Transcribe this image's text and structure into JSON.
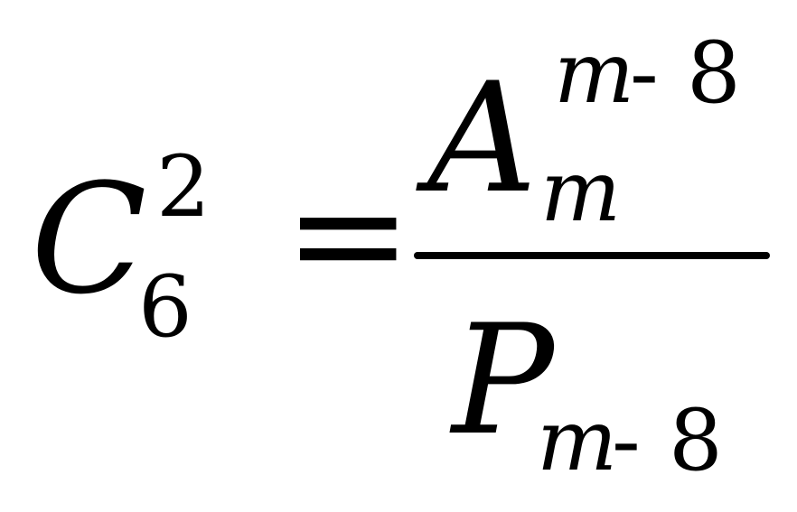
{
  "equation": {
    "lhs": {
      "symbol": "C",
      "subscript": "6",
      "superscript": "2"
    },
    "relation": "=",
    "numerator": {
      "symbol": "A",
      "superscript": {
        "variable": "m",
        "operator": "-",
        "number": "8"
      },
      "subscript": "m"
    },
    "denominator": {
      "symbol": "P",
      "subscript": {
        "variable": "m",
        "operator": "-",
        "number": "8"
      }
    }
  }
}
